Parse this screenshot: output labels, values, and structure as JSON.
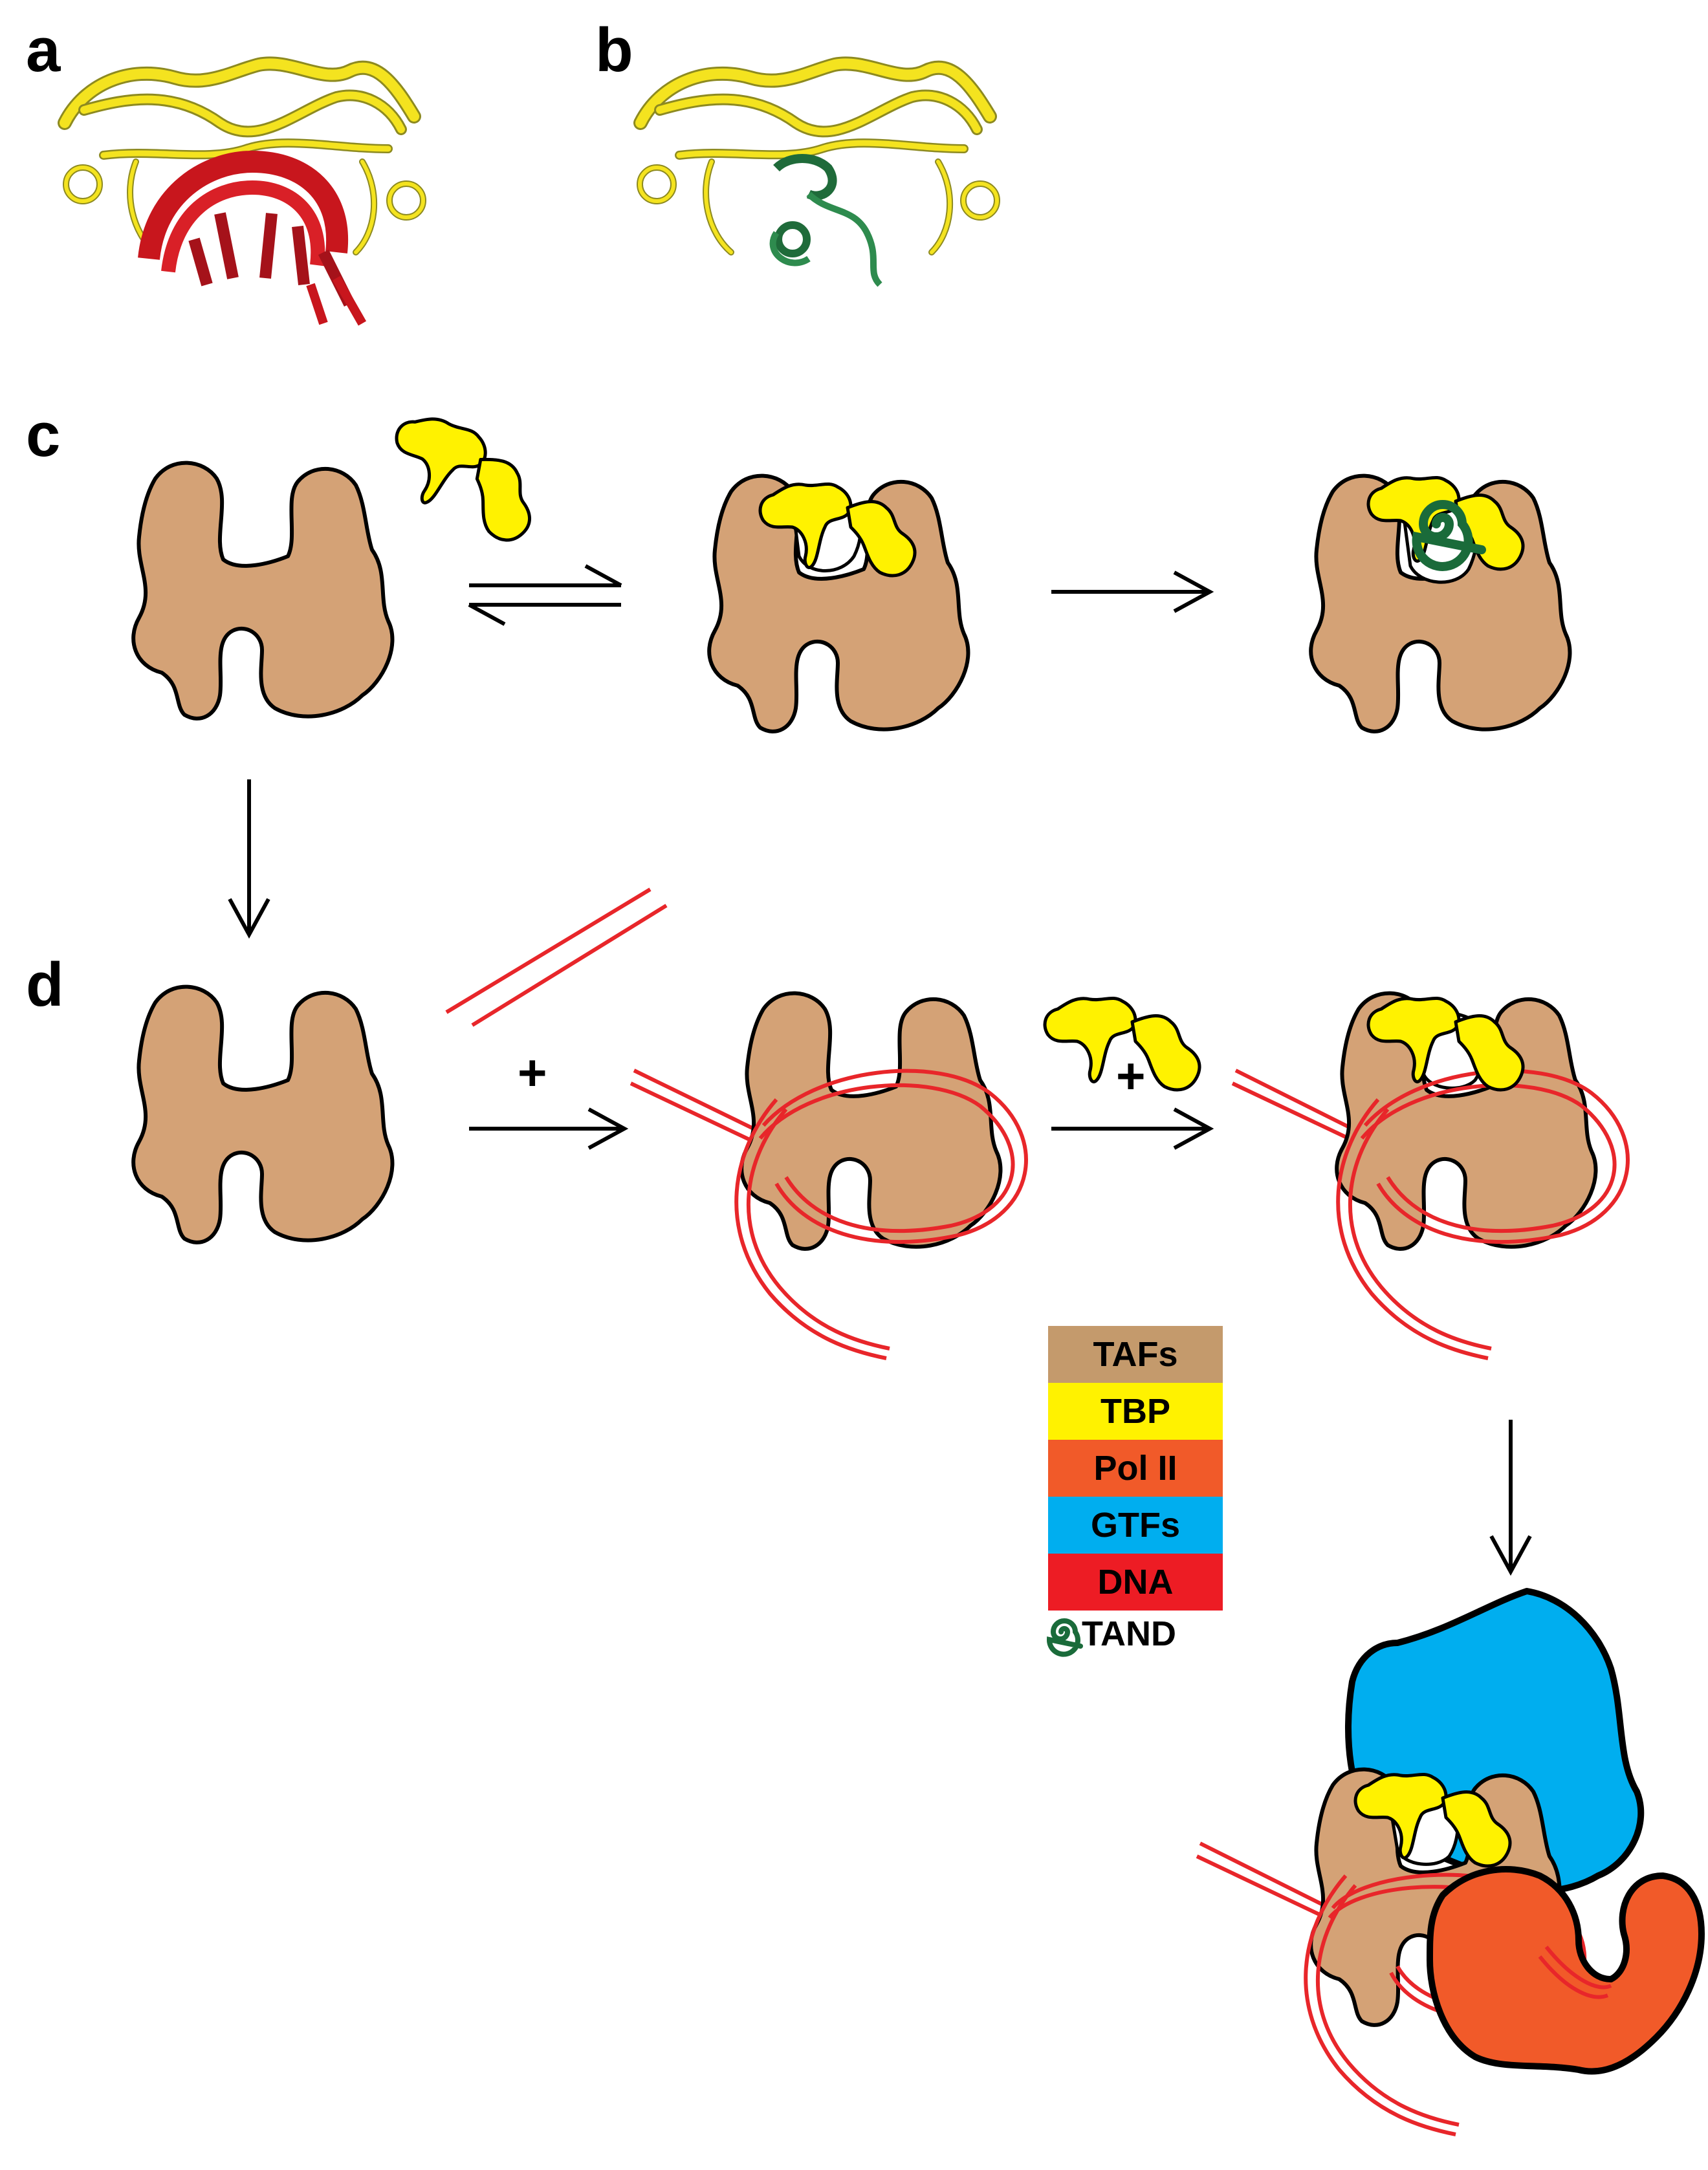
{
  "panels": {
    "a": "a",
    "b": "b",
    "c": "c",
    "d": "d"
  },
  "plus_signs": [
    "+",
    "+"
  ],
  "legend": {
    "items": [
      {
        "label": "TAFs",
        "color": "#c49a6c"
      },
      {
        "label": "TBP",
        "color": "#fff200"
      },
      {
        "label": "Pol II",
        "color": "#f15a29"
      },
      {
        "label": "GTFs",
        "color": "#00aeef"
      },
      {
        "label": "DNA",
        "color": "#ed1c24"
      }
    ],
    "tand_label": "TAND",
    "tand_color": "#1a6b3a"
  },
  "colors": {
    "taf_fill": "#d4a276",
    "tbp_fill": "#fff200",
    "dna": "#e8262a",
    "tand": "#1a6b3a",
    "gtf": "#00aeef",
    "pol2": "#f15a29",
    "ribbon_yellow": "#f4e31f",
    "ribbon_red": "#c8161d",
    "ribbon_green": "#2e8b4e"
  }
}
